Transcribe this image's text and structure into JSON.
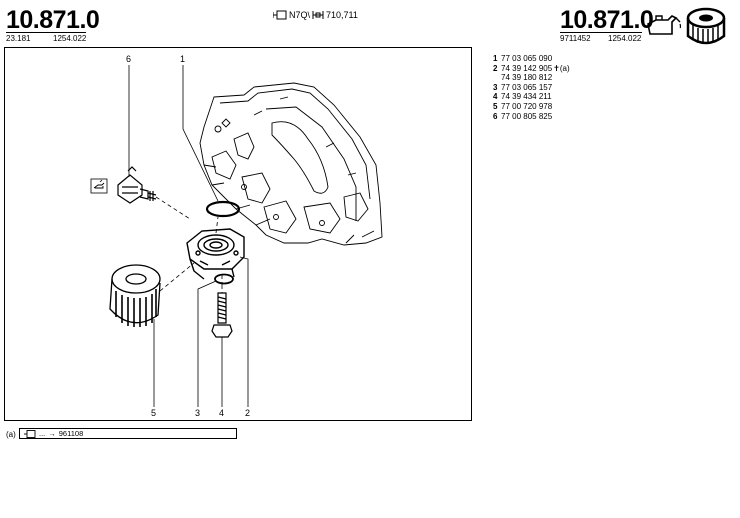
{
  "header": {
    "left_code": "10.871.0",
    "left_ref_a": "23.181",
    "left_ref_b": "1254.022",
    "center_text": "N7Q\\",
    "center_numbers": "710,711",
    "right_code": "10.871.0",
    "right_ref_a": "9711452",
    "right_ref_b": "1254.022"
  },
  "parts": [
    {
      "num": "1",
      "ref": "77 03 065 090"
    },
    {
      "num": "2",
      "ref": "74 39 142 905",
      "suffix": "(a)"
    },
    {
      "num": "",
      "ref": "74 39 180 812"
    },
    {
      "num": "3",
      "ref": "77 03 065 157"
    },
    {
      "num": "4",
      "ref": "74 39 434 211"
    },
    {
      "num": "5",
      "ref": "77 00 720 978"
    },
    {
      "num": "6",
      "ref": "77 00 805 825"
    }
  ],
  "callouts": [
    "1",
    "2",
    "3",
    "4",
    "5",
    "6"
  ],
  "note": {
    "label": "(a)",
    "arrow_text": "...",
    "value": "961108"
  },
  "icons": {
    "header": "oil-can-and-filter-icon",
    "engine": "engine-symbol-icon",
    "diagram_side": "oil-pressure-switch-icon"
  }
}
